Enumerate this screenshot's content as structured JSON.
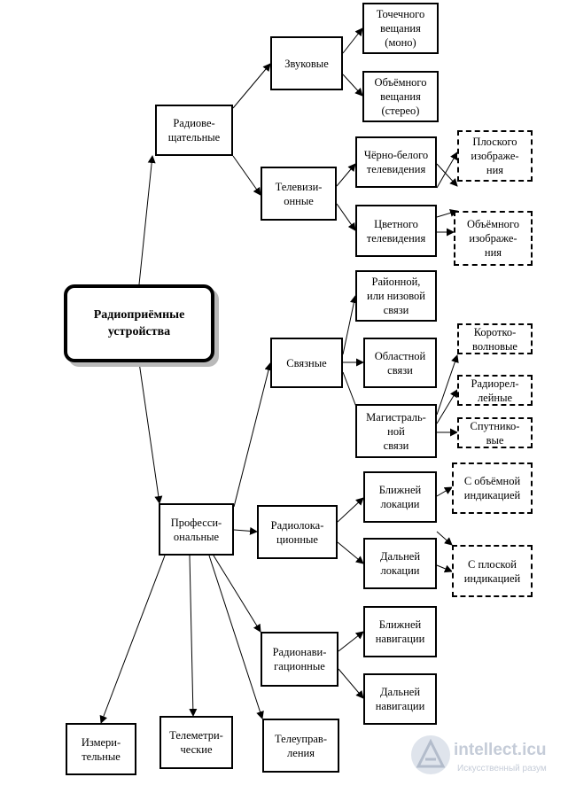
{
  "nodes": {
    "root": "Радиоприёмные\nустройства",
    "broadcast": "Радиове-\nщательные",
    "sound": "Звуковые",
    "mono": "Точечного\nвещания\n(моно)",
    "stereo": "Объёмного\nвещания\n(стерео)",
    "tv": "Телевизи-\nонные",
    "bw_tv": "Чёрно-белого\nтелевидения",
    "color_tv": "Цветного\nтелевидения",
    "flat_image": "Плоского\nизображе-\nния",
    "volume_image": "Объёмного\nизображе-\nния",
    "professional": "Професси-\nональные",
    "communication": "Связные",
    "district": "Районной,\nили низовой\nсвязи",
    "regional": "Областной\nсвязи",
    "trunk": "Магистраль-\nной\nсвязи",
    "shortwave": "Коротко-\nволновые",
    "radiorelay": "Радиорел-\nлейные",
    "satellite": "Спутнико-\nвые",
    "radar": "Радиолока-\nционные",
    "near_location": "Ближней\nлокации",
    "far_location": "Дальней\nлокации",
    "volume_indication": "С объёмной\nиндикацией",
    "flat_indication": "С плоской\nиндикацией",
    "navigation": "Радионави-\nгационные",
    "near_navigation": "Ближней\nнавигации",
    "far_navigation": "Дальней\nнавигации",
    "measuring": "Измери-\nтельные",
    "telemetry": "Телеметри-\nческие",
    "remote_control": "Телеуправ-\nления"
  },
  "watermark": {
    "brand": "intellect.icu",
    "tagline": "Искусственный разум"
  }
}
